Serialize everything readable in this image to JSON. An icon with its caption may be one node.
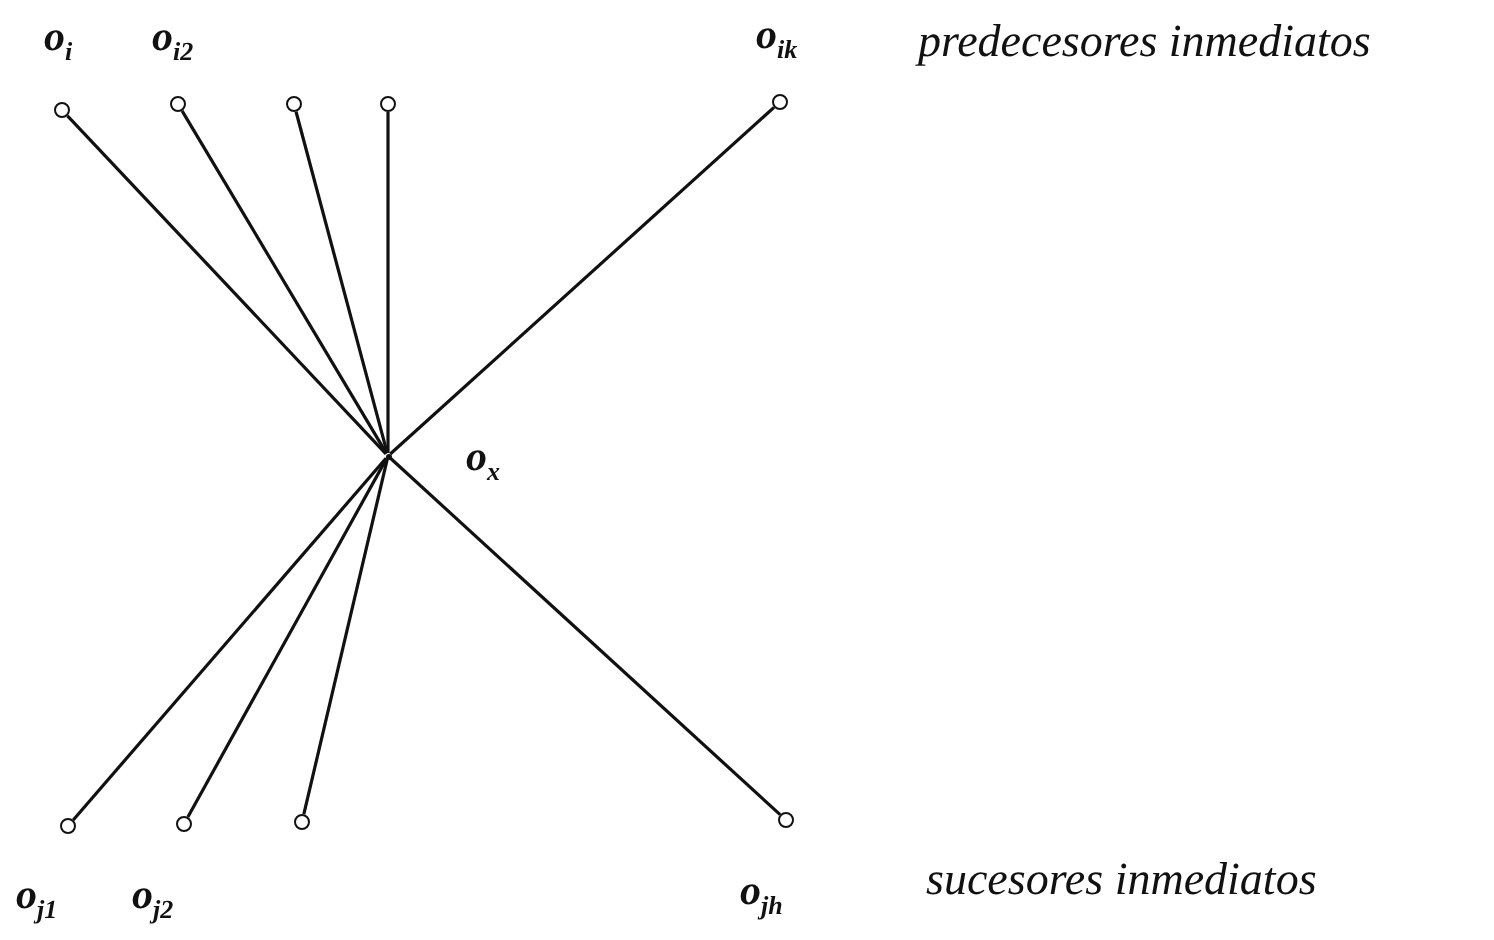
{
  "diagram": {
    "nodes": [
      {
        "text": [],
        "shape": "circle",
        "beside": [
          "o$_{i}$"
        ]
      },
      {
        "text": [],
        "shape": "circle",
        "beside": [
          "o$_{i}$$_{2}$"
        ]
      },
      {
        "text": [],
        "shape": "circle"
      },
      {
        "text": [],
        "shape": "circle"
      },
      {
        "text": [],
        "shape": "circle",
        "beside": [
          "o$_{i}$$_{k}$"
        ]
      },
      {
        "text": [],
        "shape": "point",
        "beside": [
          "o$_{x}$"
        ]
      },
      {
        "text": [],
        "shape": "circle",
        "beside": [
          "o$_{j}$$_{1}$"
        ]
      },
      {
        "text": [],
        "shape": "circle",
        "beside": [
          "o$_{j}$$_{2}$"
        ]
      },
      {
        "text": [],
        "shape": "circle"
      },
      {
        "text": [],
        "shape": "circle",
        "beside": [
          "o$_{j}$$_{h}$"
        ]
      }
    ],
    "edges": [
      {
        "from": 0,
        "to": 5,
        "arrow": "none"
      },
      {
        "from": 1,
        "to": 5,
        "arrow": "none"
      },
      {
        "from": 2,
        "to": 5,
        "arrow": "none"
      },
      {
        "from": 3,
        "to": 5,
        "arrow": "none"
      },
      {
        "from": 4,
        "to": 5,
        "arrow": "none"
      },
      {
        "from": 5,
        "to": 6,
        "arrow": "none"
      },
      {
        "from": 5,
        "to": 7,
        "arrow": "none"
      },
      {
        "from": 5,
        "to": 8,
        "arrow": "none"
      },
      {
        "from": 5,
        "to": 9,
        "arrow": "none"
      }
    ],
    "labels": [
      "predecesores inmediatos",
      "sucesores inmediatos"
    ]
  }
}
